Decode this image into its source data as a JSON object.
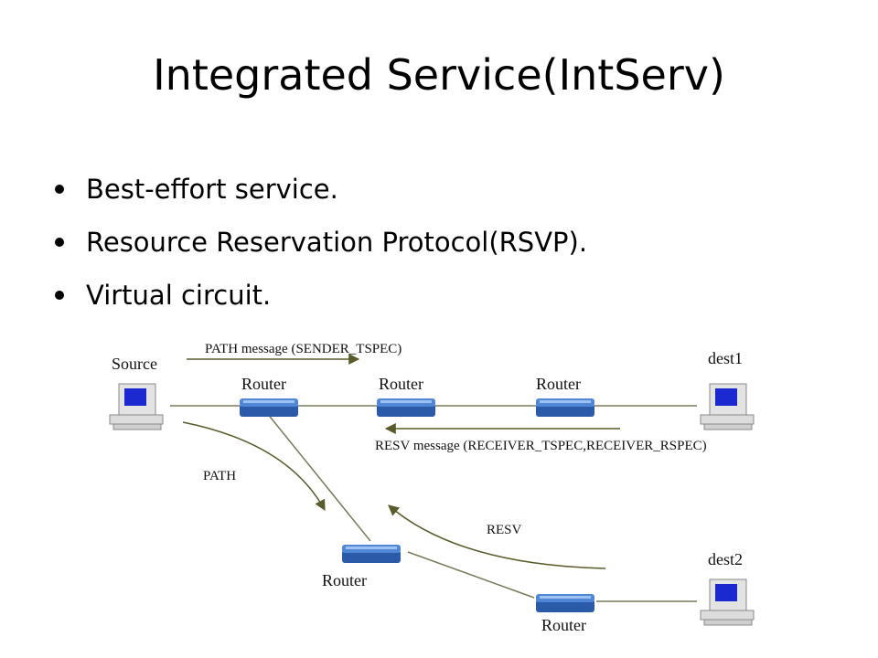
{
  "slide": {
    "title": "Integrated Service(IntServ)",
    "bullets": [
      "Best-effort service.",
      "Resource Reservation Protocol(RSVP).",
      "Virtual circuit."
    ]
  },
  "diagram": {
    "source_label": "Source",
    "dest1_label": "dest1",
    "dest2_label": "dest2",
    "router_label": "Router",
    "path_message_label": "PATH message (SENDER_TSPEC)",
    "resv_message_label": "RESV message (RECEIVER_TSPEC,RECEIVER_RSPEC)",
    "path_label": "PATH",
    "resv_label": "RESV",
    "colors": {
      "arrow": "#5a5a2a",
      "link": "#7a7a5a",
      "router": "#2a5aa8",
      "screen": "#1a2ad0"
    }
  }
}
